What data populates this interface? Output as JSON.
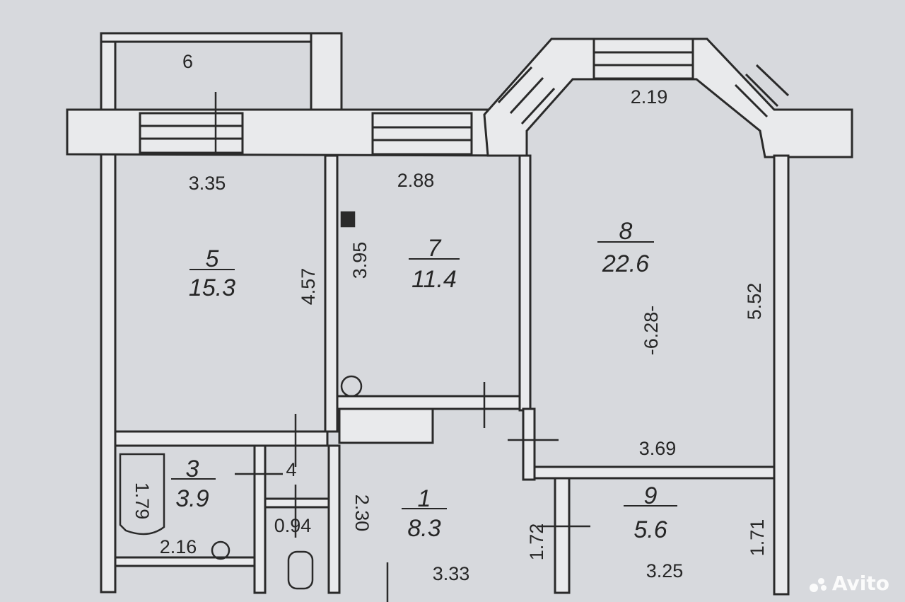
{
  "plan": {
    "rooms": [
      {
        "id": "1",
        "area": "8.3"
      },
      {
        "id": "3",
        "area": "3.9"
      },
      {
        "id": "5",
        "area": "15.3"
      },
      {
        "id": "7",
        "area": "11.4"
      },
      {
        "id": "8",
        "area": "22.6"
      },
      {
        "id": "9",
        "area": "5.6"
      }
    ],
    "balcony_label": "6",
    "wc_label": "4",
    "dimensions": {
      "d_3_35": "3.35",
      "d_2_88": "2.88",
      "d_2_19": "2.19",
      "d_4_57": "4.57",
      "d_3_95": "3.95",
      "d_5_52": "5.52",
      "d_6_28": "-6.28-",
      "d_3_69": "3.69",
      "d_1_79": "1.79",
      "d_2_16": "2.16",
      "d_0_94": "0.94",
      "d_2_30": "2.30",
      "d_3_33": "3.33",
      "d_1_72": "1.72",
      "d_3_25": "3.25",
      "d_1_71": "1.71"
    }
  },
  "watermark": "Avito",
  "colors": {
    "paper": "#d7d9dd",
    "line": "#2a2a2a",
    "wall_fill": "#ffffff"
  }
}
